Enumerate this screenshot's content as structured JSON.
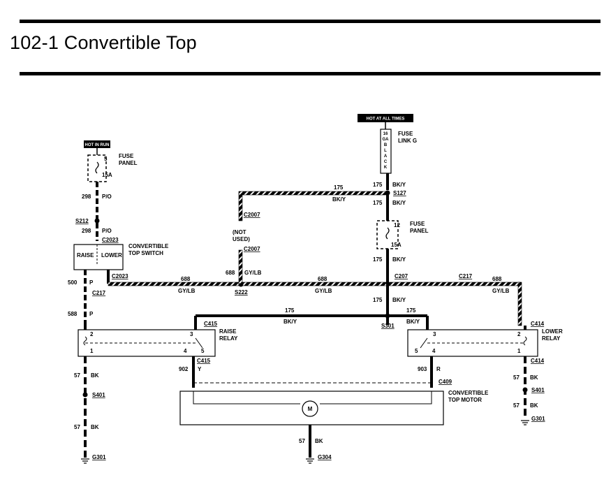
{
  "title": "102-1 Convertible Top",
  "power": {
    "hot_in_run": "HOT IN RUN",
    "hot_at_all_times": "HOT AT ALL TIMES"
  },
  "fuse_left": {
    "label1": "FUSE",
    "label2": "PANEL",
    "number": "5",
    "rating": "15A"
  },
  "fuse_right": {
    "label1": "FUSE",
    "label2": "PANEL",
    "number": "12",
    "rating": "15A"
  },
  "fuse_link": {
    "label1": "FUSE",
    "label2": "LINK G",
    "vertical": [
      "16",
      "GA",
      "B",
      "L",
      "A",
      "C",
      "K"
    ]
  },
  "switch": {
    "label1": "CONVERTIBLE",
    "label2": "TOP SWITCH",
    "raise": "RAISE",
    "lower": "LOWER"
  },
  "raise_relay": {
    "label1": "RAISE",
    "label2": "RELAY",
    "pins": [
      "2",
      "3",
      "1",
      "4",
      "5"
    ]
  },
  "lower_relay": {
    "label1": "LOWER",
    "label2": "RELAY",
    "pins": [
      "3",
      "2",
      "5",
      "4",
      "1"
    ]
  },
  "motor": {
    "label1": "CONVERTIBLE",
    "label2": "TOP MOTOR",
    "symbol": "M"
  },
  "not_used": {
    "line1": "(NOT",
    "line2": "USED)"
  },
  "wires": {
    "w298a": "298",
    "po_a": "P/O",
    "w298b": "298",
    "po_b": "P/O",
    "w500": "500",
    "p_a": "P",
    "w588": "588",
    "p_b": "P",
    "w688_top": "688",
    "gylb_top": "GY/LB",
    "w688_mid": "688",
    "gylb_mid": "GY/LB",
    "w688_right": "688",
    "gylb_right": "GY/LB",
    "w688_s222": "688",
    "gylb_s222": "GY/LB",
    "w175_top": "175",
    "bky_top": "BK/Y",
    "w175_r1": "175",
    "bky_r1": "BK/Y",
    "w175_r2": "175",
    "bky_r2": "BK/Y",
    "w175_r3": "175",
    "bky_r3": "BK/Y",
    "w175_r4": "175",
    "bky_r4": "BK/Y",
    "w175_mid": "175",
    "bky_mid": "BK/Y",
    "w175_rr": "175",
    "bky_rr": "BK/Y",
    "w902": "902",
    "y": "Y",
    "w903": "903",
    "r": "R",
    "w57_l1": "57",
    "bk_l1": "BK",
    "w57_l2": "57",
    "bk_l2": "BK",
    "w57_m": "57",
    "bk_m": "BK",
    "w57_r1": "57",
    "bk_r1": "BK",
    "w57_r2": "57",
    "bk_r2": "BK"
  },
  "connectors": {
    "s212": "S212",
    "c2023a": "C2023",
    "c2023b": "C2023",
    "c217": "C217",
    "c2007a": "C2007",
    "c2007b": "C2007",
    "s222": "S222",
    "s127": "S127",
    "c207": "C207",
    "c217r": "C217",
    "s301": "S301",
    "c415a": "C415",
    "c415b": "C415",
    "c414a": "C414",
    "c414b": "C414",
    "c409": "C409",
    "s401l": "S401",
    "s401r": "S401",
    "g301l": "G301",
    "g301r": "G301",
    "g304": "G304"
  }
}
